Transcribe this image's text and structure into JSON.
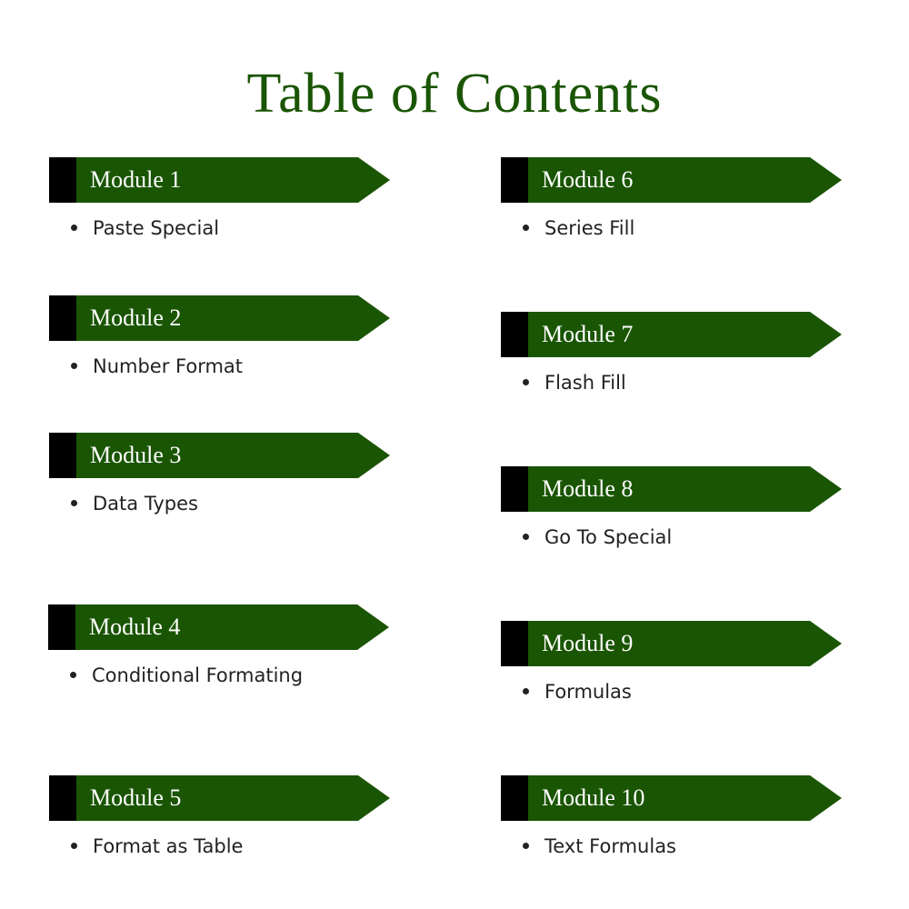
{
  "title": "Table of Contents",
  "modules": [
    {
      "label": "Module 1",
      "item": "Paste Special"
    },
    {
      "label": "Module 2",
      "item": "Number Format"
    },
    {
      "label": "Module 3",
      "item": "Data Types"
    },
    {
      "label": "Module 4",
      "item": "Conditional Formating"
    },
    {
      "label": "Module 5",
      "item": "Format as Table"
    },
    {
      "label": "Module 6",
      "item": "Series Fill"
    },
    {
      "label": "Module 7",
      "item": "Flash Fill"
    },
    {
      "label": "Module 8",
      "item": "Go To Special"
    },
    {
      "label": "Module 9",
      "item": "Formulas"
    },
    {
      "label": "Module 10",
      "item": "Text Formulas"
    }
  ],
  "colors": {
    "accent": "#1a5503",
    "block": "#000000"
  }
}
